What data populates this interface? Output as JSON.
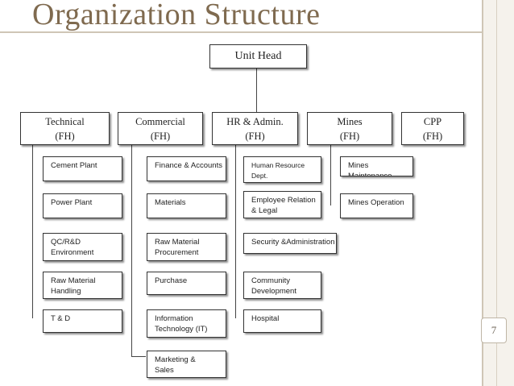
{
  "slide": {
    "title": "Organization Structure",
    "page_number": "7"
  },
  "root": {
    "label": "Unit Head"
  },
  "departments": [
    {
      "name": "Technical",
      "fh": "(FH)"
    },
    {
      "name": "Commercial",
      "fh": "(FH)"
    },
    {
      "name": "HR & Admin.",
      "fh": "(FH)"
    },
    {
      "name": "Mines",
      "fh": "(FH)"
    },
    {
      "name": "CPP",
      "fh": "(FH)"
    }
  ],
  "technical_units": [
    "Cement Plant",
    "Power Plant",
    "QC/R&D\nEnvironment",
    "Raw Material\nHandling",
    "T & D"
  ],
  "commercial_units": [
    "Finance & Accounts",
    "Materials",
    "Raw Material\nProcurement",
    "Purchase",
    "Information\nTechnology (IT)",
    "Marketing &\nSales"
  ],
  "hr_units": [
    "Human Resource\nDept.",
    "Employee Relation\n& Legal",
    "Security &Administration",
    "Community\nDevelopment",
    "Hospital"
  ],
  "mines_units": [
    "Mines Maintenance",
    "Mines Operation"
  ]
}
